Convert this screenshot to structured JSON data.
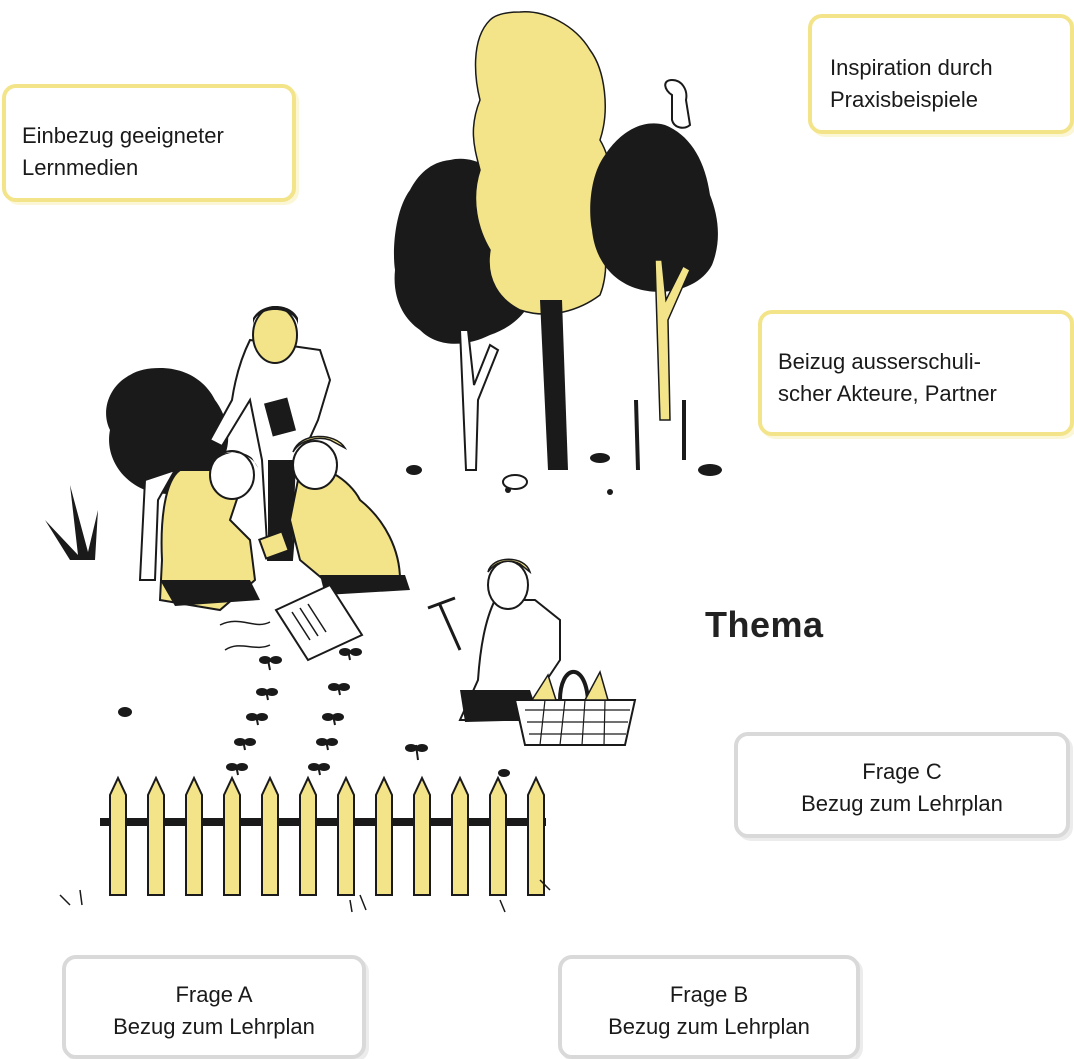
{
  "illustration": {
    "colors": {
      "yellow": "#f3e48a",
      "black": "#1a1a1a",
      "box_yellow_border": "#f3e48a",
      "box_grey_border": "#d9d9d9"
    },
    "icons": [
      "tree-icon",
      "person-icon",
      "bird-icon",
      "fence-icon",
      "basket-icon",
      "plant-icon"
    ]
  },
  "labels": {
    "lernmedien": {
      "line1": "Einbezug geeigneter",
      "line2": "Lernmedien"
    },
    "praxis": {
      "line1": "Inspiration durch",
      "line2": "Praxisbeispiele"
    },
    "ausserschulisch": {
      "line1": "Beizug ausserschuli-",
      "line2": "scher Akteure, Partner"
    },
    "thema": "Thema",
    "frage_c": {
      "line1": "Frage C",
      "line2": "Bezug zum Lehrplan"
    },
    "frage_a": {
      "line1": "Frage A",
      "line2": "Bezug zum Lehrplan"
    },
    "frage_b": {
      "line1": "Frage B",
      "line2": "Bezug zum Lehrplan"
    }
  }
}
